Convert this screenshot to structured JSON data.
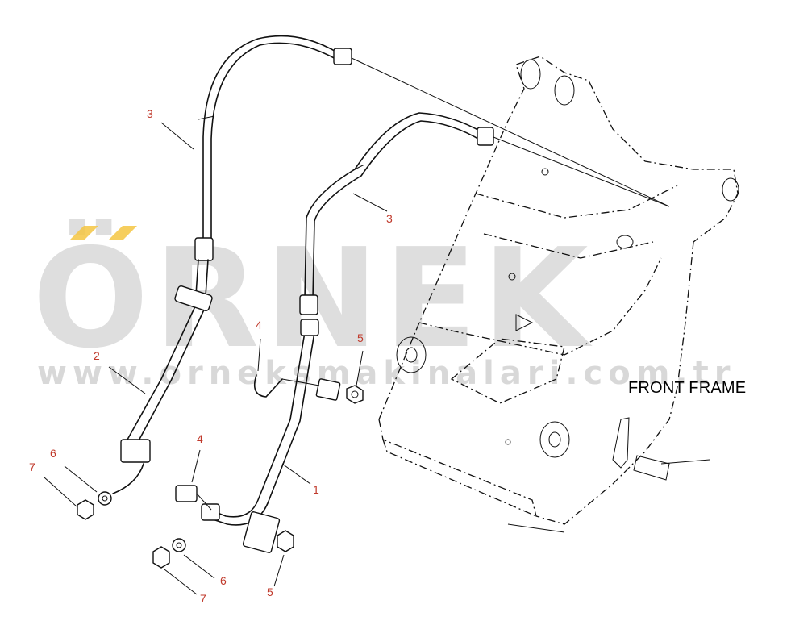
{
  "watermark": {
    "logo_text": "ÖRNEK",
    "url_text": "www.orneksmakinalari.com.tr",
    "accent_color": "#f5c542",
    "text_color": "#d3d3d3"
  },
  "diagram": {
    "frame_label": "FRONT FRAME",
    "callout_color": "#c0392b",
    "callouts": [
      "3",
      "3",
      "2",
      "4",
      "5",
      "1",
      "4",
      "6",
      "7",
      "6",
      "7",
      "5"
    ]
  }
}
